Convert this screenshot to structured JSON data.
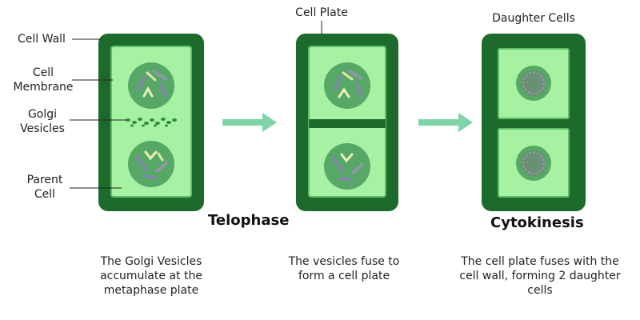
{
  "labels": {
    "cell_wall": "Cell Wall",
    "cell_membrane_1": "Cell",
    "cell_membrane_2": "Membrane",
    "golgi_1": "Golgi",
    "golgi_2": "Vesicles",
    "parent_1": "Parent",
    "parent_2": "Cell",
    "cell_plate": "Cell Plate",
    "daughter_cells": "Daughter Cells"
  },
  "stages": {
    "telophase": "Telophase",
    "cytokinesis": "Cytokinesis"
  },
  "descriptions": {
    "d1_l1": "The Golgi Vesicles",
    "d1_l2": "accumulate at the",
    "d1_l3": "metaphase plate",
    "d2_l1": "The vesicles fuse to",
    "d2_l2": "form a cell plate",
    "d3_l1": "The cell plate fuses with the",
    "d3_l2": "cell wall, forming 2 daughter",
    "d3_l3": "cells"
  },
  "colors": {
    "wall": "#1d6b2c",
    "cytoplasm": "#a6f2a2",
    "membrane": "#5fbf66",
    "nucleus": "#57a867",
    "arrow": "#7fd4a6",
    "vesicle": "#2e8b3c"
  }
}
